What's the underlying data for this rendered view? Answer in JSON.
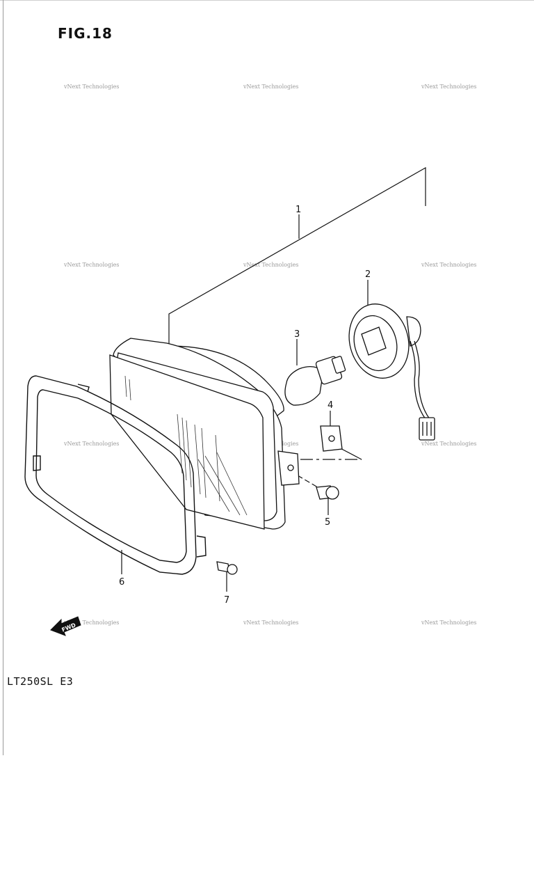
{
  "figure": {
    "title": "FIG.18",
    "model_code": "LT250SL  E3"
  },
  "callouts": [
    {
      "id": "1",
      "label": "1"
    },
    {
      "id": "2",
      "label": "2"
    },
    {
      "id": "3",
      "label": "3"
    },
    {
      "id": "4",
      "label": "4"
    },
    {
      "id": "5",
      "label": "5"
    },
    {
      "id": "6",
      "label": "6"
    },
    {
      "id": "7",
      "label": "7"
    }
  ],
  "watermark": {
    "text": "vNext Technologies"
  },
  "direction_badge": {
    "label": "FWD",
    "icon": "fwd-arrow-icon"
  },
  "colors": {
    "ink": "#111111",
    "watermark": "#9a9a9a",
    "background": "#ffffff"
  }
}
